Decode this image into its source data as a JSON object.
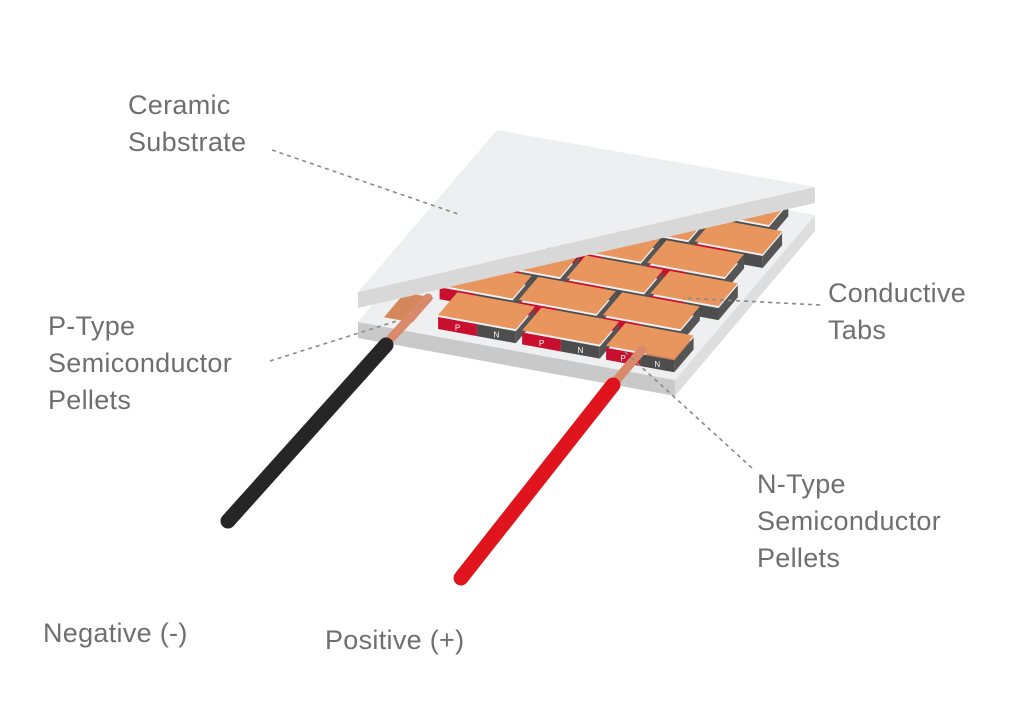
{
  "labels": {
    "ceramic_substrate": [
      "Ceramic",
      "Substrate"
    ],
    "conductive_tabs": [
      "Conductive",
      "Tabs"
    ],
    "p_type": [
      "P-Type",
      "Semiconductor",
      "Pellets"
    ],
    "n_type": [
      "N-Type",
      "Semiconductor",
      "Pellets"
    ],
    "negative": "Negative (-)",
    "positive": "Positive (+)"
  },
  "pellet_marks": {
    "p": "P",
    "n": "N"
  },
  "colors": {
    "text": "#6f6f6f",
    "ceramic_top": "#eeeff0",
    "ceramic_side": "#d4d4d4",
    "copper_tab": "#e8955e",
    "p_pellet": "#c8102e",
    "n_pellet": "#4d4d4d",
    "negative_wire": "#262626",
    "positive_wire": "#e0141c",
    "copper_wire": "#d98a6a"
  }
}
